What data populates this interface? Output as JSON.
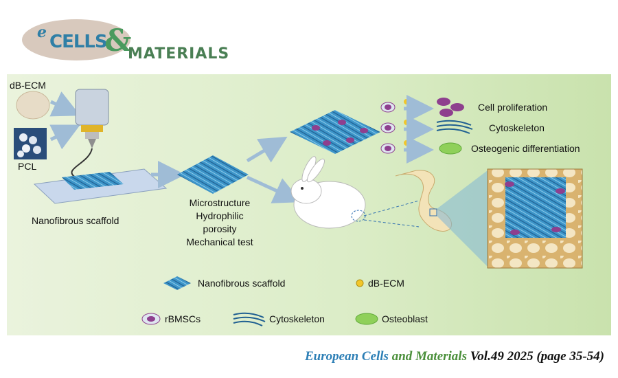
{
  "logo": {
    "e": "e",
    "cells": "CELLS",
    "amp": "&",
    "materials": "MATERIALS"
  },
  "diagram": {
    "inputs": [
      "dB-ECM",
      "PCL"
    ],
    "scaffold_label": "Nanofibrous scaffold",
    "characterization": [
      "Microstructure",
      "Hydrophilic",
      "porosity",
      "Mechanical test"
    ],
    "outcomes": [
      "Cell proliferation",
      "Cytoskeleton",
      "Osteogenic differentiation"
    ]
  },
  "legend": {
    "scaffold": "Nanofibrous scaffold",
    "dbecm": "dB-ECM",
    "rbmscs": "rBMSCs",
    "cytoskeleton": "Cytoskeleton",
    "osteoblast": "Osteoblast"
  },
  "colors": {
    "logo_blue": "#2f7fa6",
    "logo_green": "#4a9a5e",
    "scaffold_blue": "#3d95c9",
    "cell_purple": "#8e3f8e",
    "dbecm_yellow": "#f2c62a",
    "osteoblast_green": "#8fd05a"
  },
  "footer": {
    "european": "European",
    "cells": "Cells",
    "and": "and",
    "materials": "Materials",
    "volume": "Vol.49 2025 (page 35-54)"
  }
}
